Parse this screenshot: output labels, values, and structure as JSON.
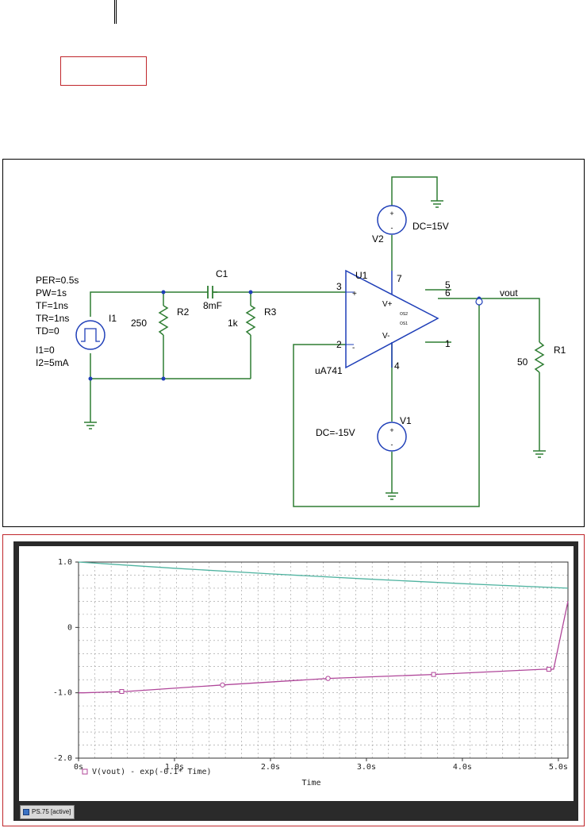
{
  "schematic": {
    "source": {
      "label": "I1",
      "params": [
        "PER=0.5s",
        "PW=1s",
        "TF=1ns",
        "TR=1ns",
        "TD=0",
        "I1=0",
        "I2=5mA"
      ]
    },
    "resistors": [
      {
        "name": "R2",
        "value": "250"
      },
      {
        "name": "R3",
        "value": "1k"
      },
      {
        "name": "R1",
        "value": "50"
      }
    ],
    "capacitor": {
      "name": "C1",
      "value": "8mF"
    },
    "opamp": {
      "ref": "U1",
      "part": "uA741",
      "pins": {
        "in_plus": "3",
        "in_minus": "2",
        "vplus": "7",
        "vminus": "4",
        "out": "6",
        "os2": "5",
        "os1": "1"
      },
      "plus_sign": "+",
      "minus_sign": "-",
      "vplus_label": "V+",
      "vminus_label": "V-",
      "os2_label": "OS2",
      "os1_label": "OS1"
    },
    "supplies": [
      {
        "name": "V2",
        "value": "DC=15V"
      },
      {
        "name": "V1",
        "value": "DC=-15V"
      }
    ],
    "net_label": "vout",
    "wire_color": "#2e7d32"
  },
  "probe": {
    "y_ticks": [
      "1.0",
      "0",
      "-1.0",
      "-2.0"
    ],
    "x_ticks": [
      "0s",
      "1.0s",
      "2.0s",
      "3.0s",
      "4.0s",
      "5.0s"
    ],
    "xlabel": "Time",
    "legend": "V(vout) - exp(-0.1* Time)",
    "tab_label": "PS.75 [active]",
    "colors": {
      "trace_a": "#4fb3a0",
      "trace_b": "#b0479a"
    }
  },
  "chart_data": {
    "type": "line",
    "xlabel": "Time",
    "xlim": [
      0,
      5.1
    ],
    "ylim": [
      -2.0,
      1.0
    ],
    "series": [
      {
        "name": "",
        "x": [
          0,
          1,
          2,
          3,
          4,
          5,
          5.1
        ],
        "values": [
          1.0,
          0.905,
          0.819,
          0.741,
          0.67,
          0.607,
          0.6
        ]
      },
      {
        "name": "V(vout) - exp(-0.1* Time)",
        "x": [
          0,
          0.05,
          0.5,
          1.5,
          2.6,
          3.7,
          4.85,
          4.95,
          5.1
        ],
        "values": [
          -1.0,
          -1.0,
          -0.98,
          -0.88,
          -0.78,
          -0.72,
          -0.64,
          -0.64,
          0.4
        ]
      }
    ]
  }
}
